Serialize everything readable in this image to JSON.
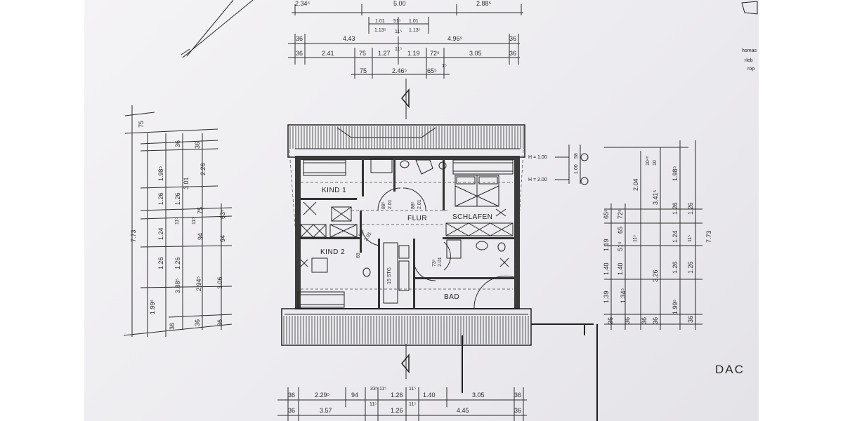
{
  "plan": {
    "title": "DAC",
    "rooms": {
      "kind1": "KIND 1",
      "kind2": "KIND 2",
      "flur": "FLUR",
      "schlafen": "SCHLAFEN",
      "bad": "BAD"
    },
    "stair_label": "15 STG",
    "door_labels": {
      "d1a": "88⁵",
      "d1b": "2.01",
      "d2a": "88⁵",
      "d2b": "2.01",
      "d3a": "88⁵",
      "d3b": "2.01",
      "d4a": "73⁵",
      "d4b": "2.01",
      "d5": "69"
    },
    "height_notes": {
      "h1": "H = 1.00",
      "h2": "H = 2.00",
      "h1_dim": "58",
      "h1_dim2": "1.00"
    },
    "top_dims": {
      "row0": [
        "2.34⁵",
        "5.00",
        "2.88⁵"
      ],
      "row1": [
        "1.01",
        "51⁵",
        "1.01",
        "1.13⁵",
        "11⁵",
        "1.13⁵"
      ],
      "row2": [
        "36",
        "4.43",
        "4.96⁵",
        "36"
      ],
      "row3": [
        "36",
        "2.41",
        "75",
        "1.27",
        "11⁵",
        "1.19",
        "72⁵",
        "3.05",
        "36"
      ],
      "row4": [
        "75",
        "2.46⁵",
        "65⁵",
        "1⁵"
      ]
    },
    "left_dims": {
      "col0": [
        "75",
        "7.73"
      ],
      "col1": [
        "1.98⁵",
        "1.26",
        "1.24",
        "1.26",
        "1.99⁵"
      ],
      "col2": [
        "36",
        "1.26",
        "11⁵",
        "1.26",
        "36"
      ],
      "col3": [
        "3.01",
        "3.88⁵"
      ],
      "col4": [
        "36",
        "2.26",
        "75",
        "11⁵",
        "94",
        "2.94⁵",
        "36"
      ],
      "col5": [
        "63⁵",
        "94",
        "3.06",
        "36"
      ]
    },
    "right_dims": {
      "col0": [
        "65⁵",
        "1.19",
        "1.40",
        "1.39",
        "36"
      ],
      "col1": [
        "72⁵",
        "65",
        "51⁵",
        "1.40",
        "1.34⁵",
        "36"
      ],
      "col2": [
        "2.04",
        "11⁵",
        "36"
      ],
      "col3": [
        "10⁴⁸",
        "10",
        "3.41⁵",
        "3.26",
        "36"
      ],
      "col4": [
        "1.98⁵",
        "1.26",
        "1.24",
        "1.26",
        "1.99⁵"
      ],
      "col5": [
        "1.26",
        "11⁵",
        "1.26",
        "36"
      ],
      "col6": [
        "7.73"
      ]
    },
    "bottom_dims": {
      "row0": [
        "36",
        "2.29⁵",
        "94",
        "33⁵",
        "11⁵",
        "1.26",
        "11⁵",
        "1.40",
        "3.05",
        "36"
      ],
      "row1": [
        "36",
        "3.57",
        "11⁵",
        "1.26",
        "11⁵",
        "4.45",
        "36"
      ]
    },
    "stamp_lines": [
      "homas",
      "rleb",
      "rop"
    ]
  }
}
